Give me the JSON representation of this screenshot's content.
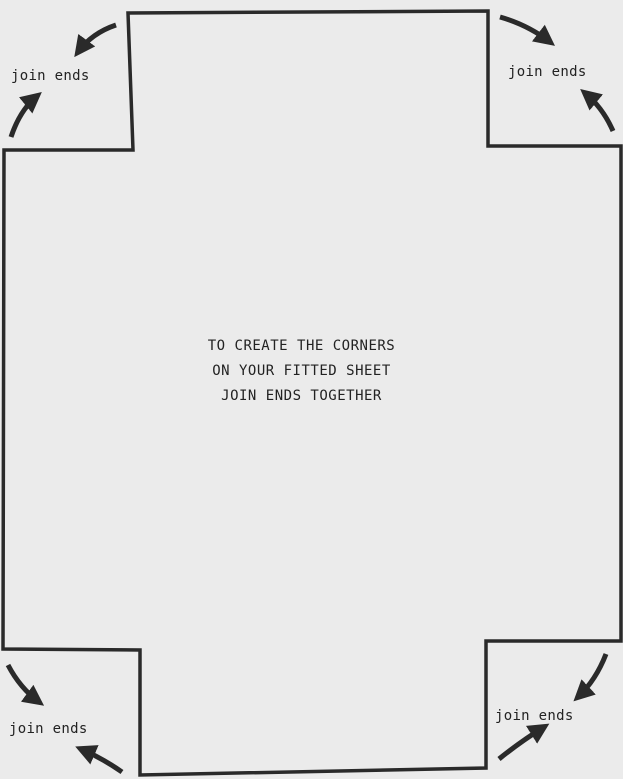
{
  "instructions": {
    "lines": [
      "TO CREATE THE CORNERS",
      "ON YOUR FITTED SHEET",
      "JOIN ENDS TOGETHER"
    ]
  },
  "corners": {
    "top_left": "join ends",
    "top_right": "join ends",
    "bottom_left": "join ends",
    "bottom_right": "join ends"
  },
  "colors": {
    "paper": "#ebebeb",
    "ink": "#2a2a2a"
  },
  "icons": [
    "curved-arrow-icon"
  ]
}
